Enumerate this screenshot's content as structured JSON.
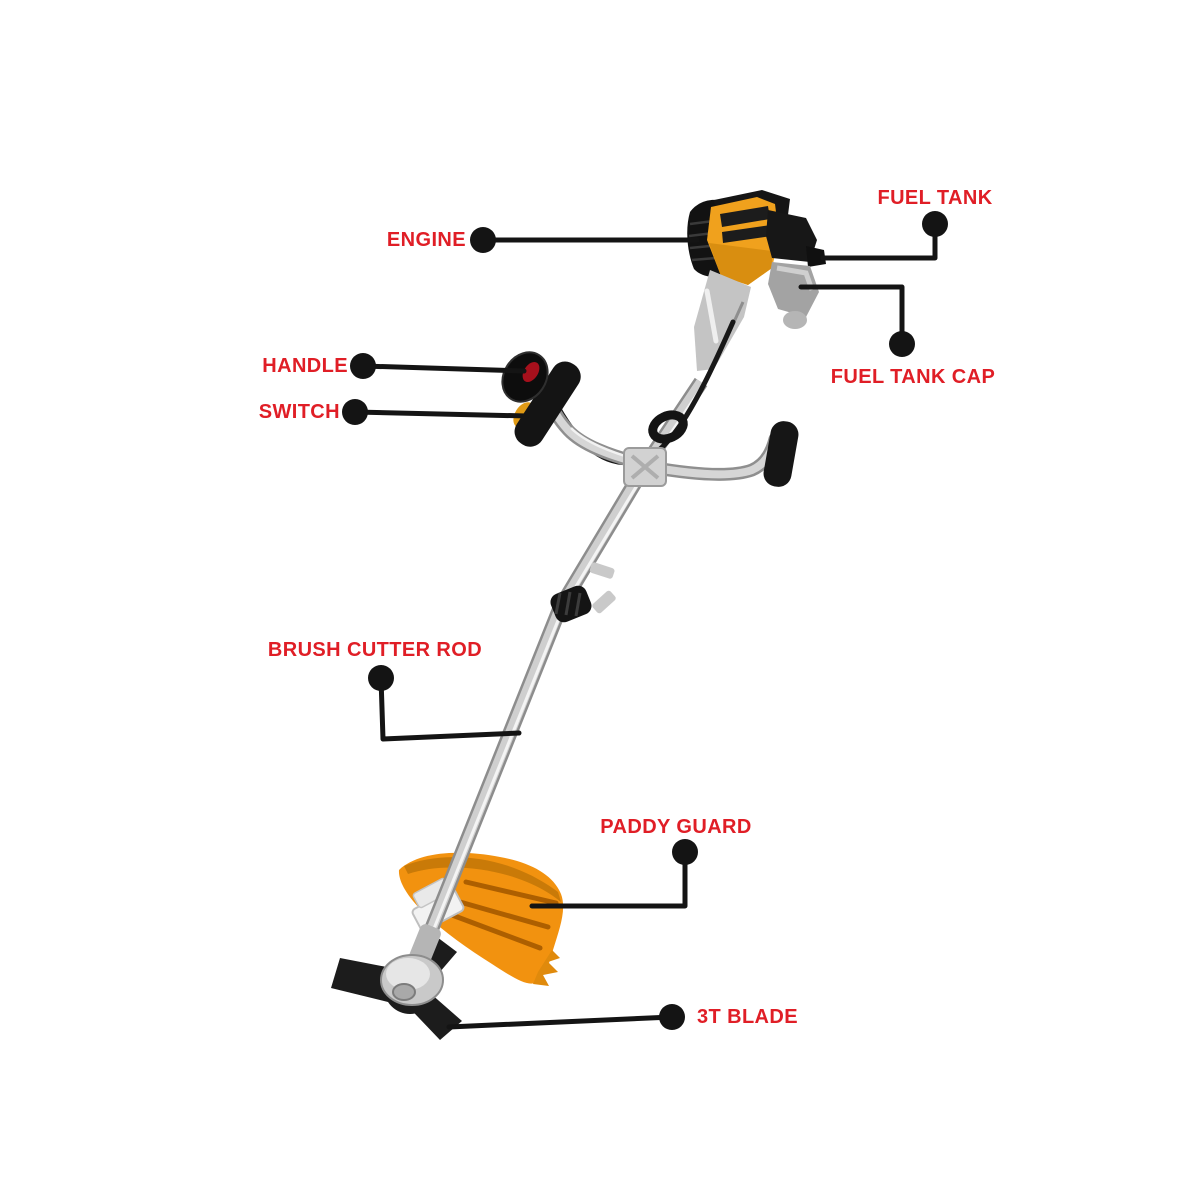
{
  "diagram": {
    "subject": "brush-cutter-parts-diagram",
    "labels": {
      "engine": "ENGINE",
      "fuel_tank": "FUEL TANK",
      "fuel_tank_cap": "FUEL TANK CAP",
      "handle": "HANDLE",
      "switch": "SWITCH",
      "brush_cutter_rod": "BRUSH CUTTER ROD",
      "paddy_guard": "PADDY GUARD",
      "blade_3t": "3T BLADE"
    }
  },
  "colors": {
    "label_red": "#e01e26",
    "callout_black": "#141414",
    "machine_yellow": "#f0a11d",
    "guard_orange": "#f2920f",
    "metal_silver": "#c9c9c9",
    "background": "#ffffff"
  }
}
